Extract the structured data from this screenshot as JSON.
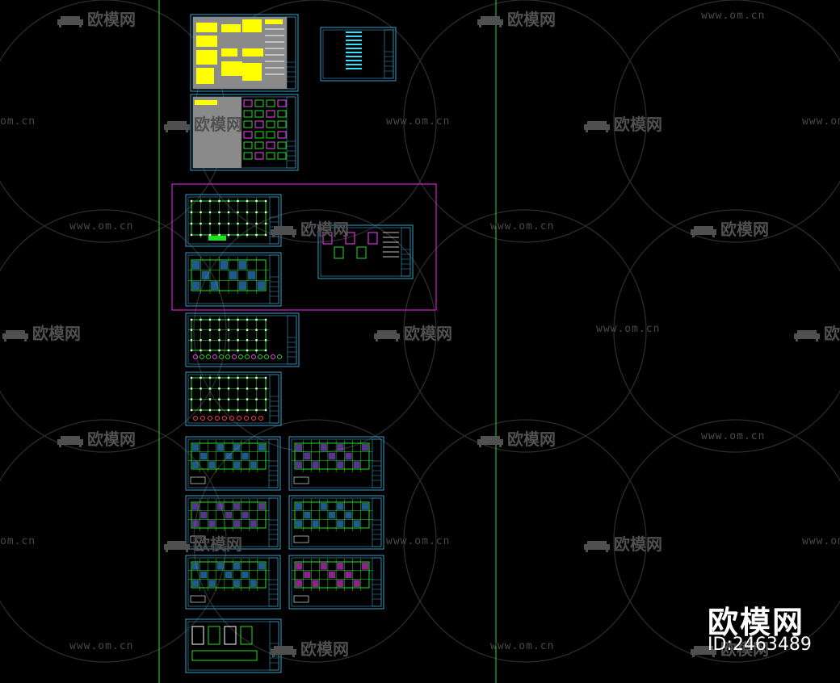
{
  "watermark": {
    "site_text": "www.om.cn",
    "short_text": "om.cn",
    "logo_text": "欧模网"
  },
  "brand": {
    "title": "欧模网",
    "id_text": "ID:2463489"
  },
  "colors": {
    "background": "#000000",
    "guide_line": "#2fd62f",
    "selection_frame": "#d020d0",
    "sheet_border": "#3aa0c8",
    "drawing_lines": "#22e022",
    "highlight": "#ffff00",
    "sheet_gray": "#8a8a8a",
    "watermark": "#4a4a4a"
  },
  "icons": {
    "sofa": "sofa-logo-icon"
  }
}
